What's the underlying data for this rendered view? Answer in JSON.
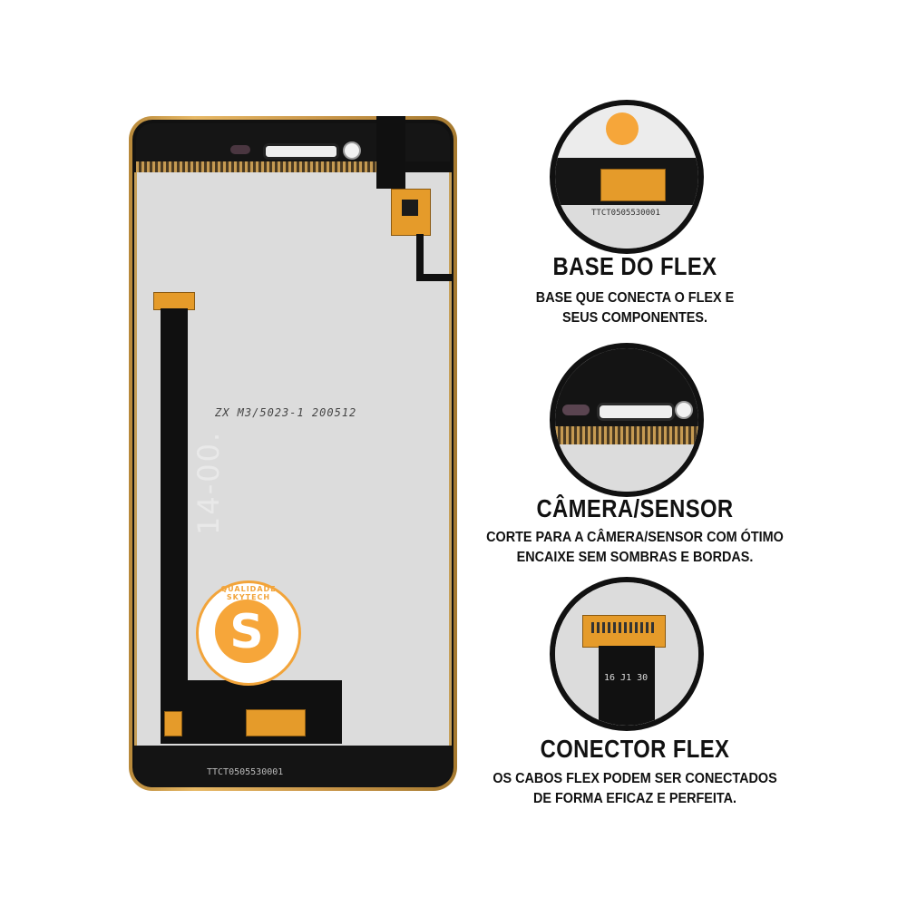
{
  "product": {
    "model_marking": "ZX M3/5023-1 200512",
    "serial_marking": "14-00.",
    "barcode_marking": "TTCT0505530001"
  },
  "watermark": {
    "label": "QUALIDADE SKYTECH",
    "letter": "S",
    "color": "#F6A63A"
  },
  "features": [
    {
      "title": "BASE DO FLEX",
      "description": [
        "BASE QUE CONECTA O FLEX E",
        "SEUS COMPONENTES."
      ],
      "zoom_icon": "flex-base-closeup",
      "zoom_text": "TTCT0505530001"
    },
    {
      "title": "CÂMERA/SENSOR",
      "description": [
        "CORTE PARA A CÂMERA/SENSOR COM ÓTIMO",
        "ENCAIXE SEM SOMBRAS E BORDAS."
      ],
      "zoom_icon": "camera-sensor-closeup"
    },
    {
      "title": "CONECTOR FLEX",
      "description": [
        "OS CABOS FLEX PODEM SER CONECTADOS",
        "DE FORMA EFICAZ E PERFEITA."
      ],
      "zoom_icon": "flex-connector-closeup",
      "zoom_text": "16 J1 30"
    }
  ],
  "colors": {
    "accent_orange": "#E59B2A",
    "frame_gold": "#C99649",
    "text": "#111111"
  }
}
